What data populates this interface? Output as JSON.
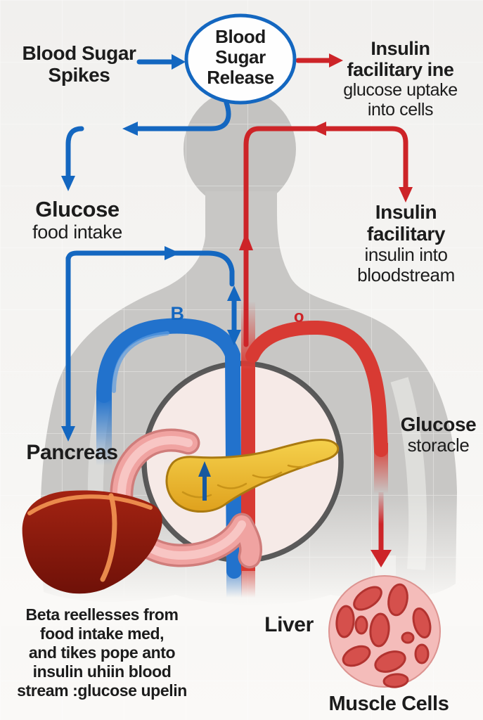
{
  "nodes": {
    "blood_sugar_spikes": {
      "line1": "Blood Sugar",
      "line2": "Spikes"
    },
    "blood_sugar_release": {
      "line1": "Blood",
      "line2": "Sugar",
      "line3": "Release"
    },
    "insulin_uptake": {
      "line1": "Insulin",
      "line2": "facilitary ine",
      "line3": "glucose uptake",
      "line4": "into cells"
    },
    "glucose_food_intake": {
      "line1": "Glucose",
      "line2": "food intake"
    },
    "insulin_bloodstream": {
      "line1": "Insulin",
      "line2": "facilitary",
      "line3": "insulin into",
      "line4": "bloodstream"
    },
    "glucose_storage": {
      "line1": "Glucose",
      "line2": "storacle"
    },
    "pancreas": {
      "label": "Pancreas"
    },
    "liver": {
      "label": "Liver"
    },
    "muscle_cells": {
      "label": "Muscle Cells"
    },
    "vessel_b": {
      "label": "B"
    },
    "vessel_o": {
      "label": "o"
    },
    "beta_note": {
      "line1": "Beta reellesses from",
      "line2": "food intake med,",
      "line3": "and tikes pope anto",
      "line4": "insulin uhiin blood",
      "line5": "stream :glucose upelin"
    }
  },
  "colors": {
    "background": "#f1f0ee",
    "text": "#1c1c1c",
    "blue": "#1467c0",
    "red": "#cd2428",
    "blue_vessel": "#2272cc",
    "red_vessel": "#d83a33",
    "body_gray": "#c8c7c5",
    "head_gray": "#c4c3c1",
    "circle_fill": "#f6eae7",
    "ring_gray": "#4a4a4a",
    "pancreas_yellow": "#eebb35",
    "duodenum_pink": "#f0a3a1",
    "liver_red": "#8f1d10",
    "liver_orange": "#ef9050",
    "muscle_pink": "#f4bcba",
    "muscle_cell_red": "#d5504c"
  }
}
